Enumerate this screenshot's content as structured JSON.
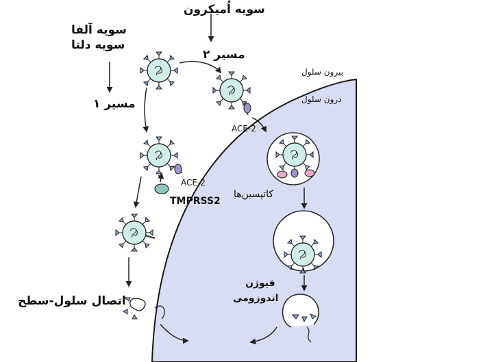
{
  "labels": {
    "omicron": "سویه اُمیکرون",
    "alpha": "سویه آلفا",
    "delta": "سویه دلتا",
    "route1": "مسیر ۱",
    "route2": "مسیر ۲",
    "outside_cell": "بیرون سلول",
    "inside_cell": "درون سلول",
    "ace2_top": "ACE-2",
    "ace2_left": "ACE-2",
    "tmprss2": "TMPRSS2",
    "cathepsins": "کاتپسین‌ها",
    "endosome_fusion_1": "فیوژن",
    "endosome_fusion_2": "اندوزومی",
    "cell_surface_fusion": "اتصال سلول-سطح"
  },
  "colors": {
    "cell_fill": "#d9dcf5",
    "cell_stroke": "#1a1a1a",
    "virus_body": "#cfeee8",
    "spike": "#8aa9d6",
    "ace2_receptor": "#9b93c9",
    "tmprss2": "#8ec5bf",
    "cathepsin": "#e9a6c8"
  }
}
